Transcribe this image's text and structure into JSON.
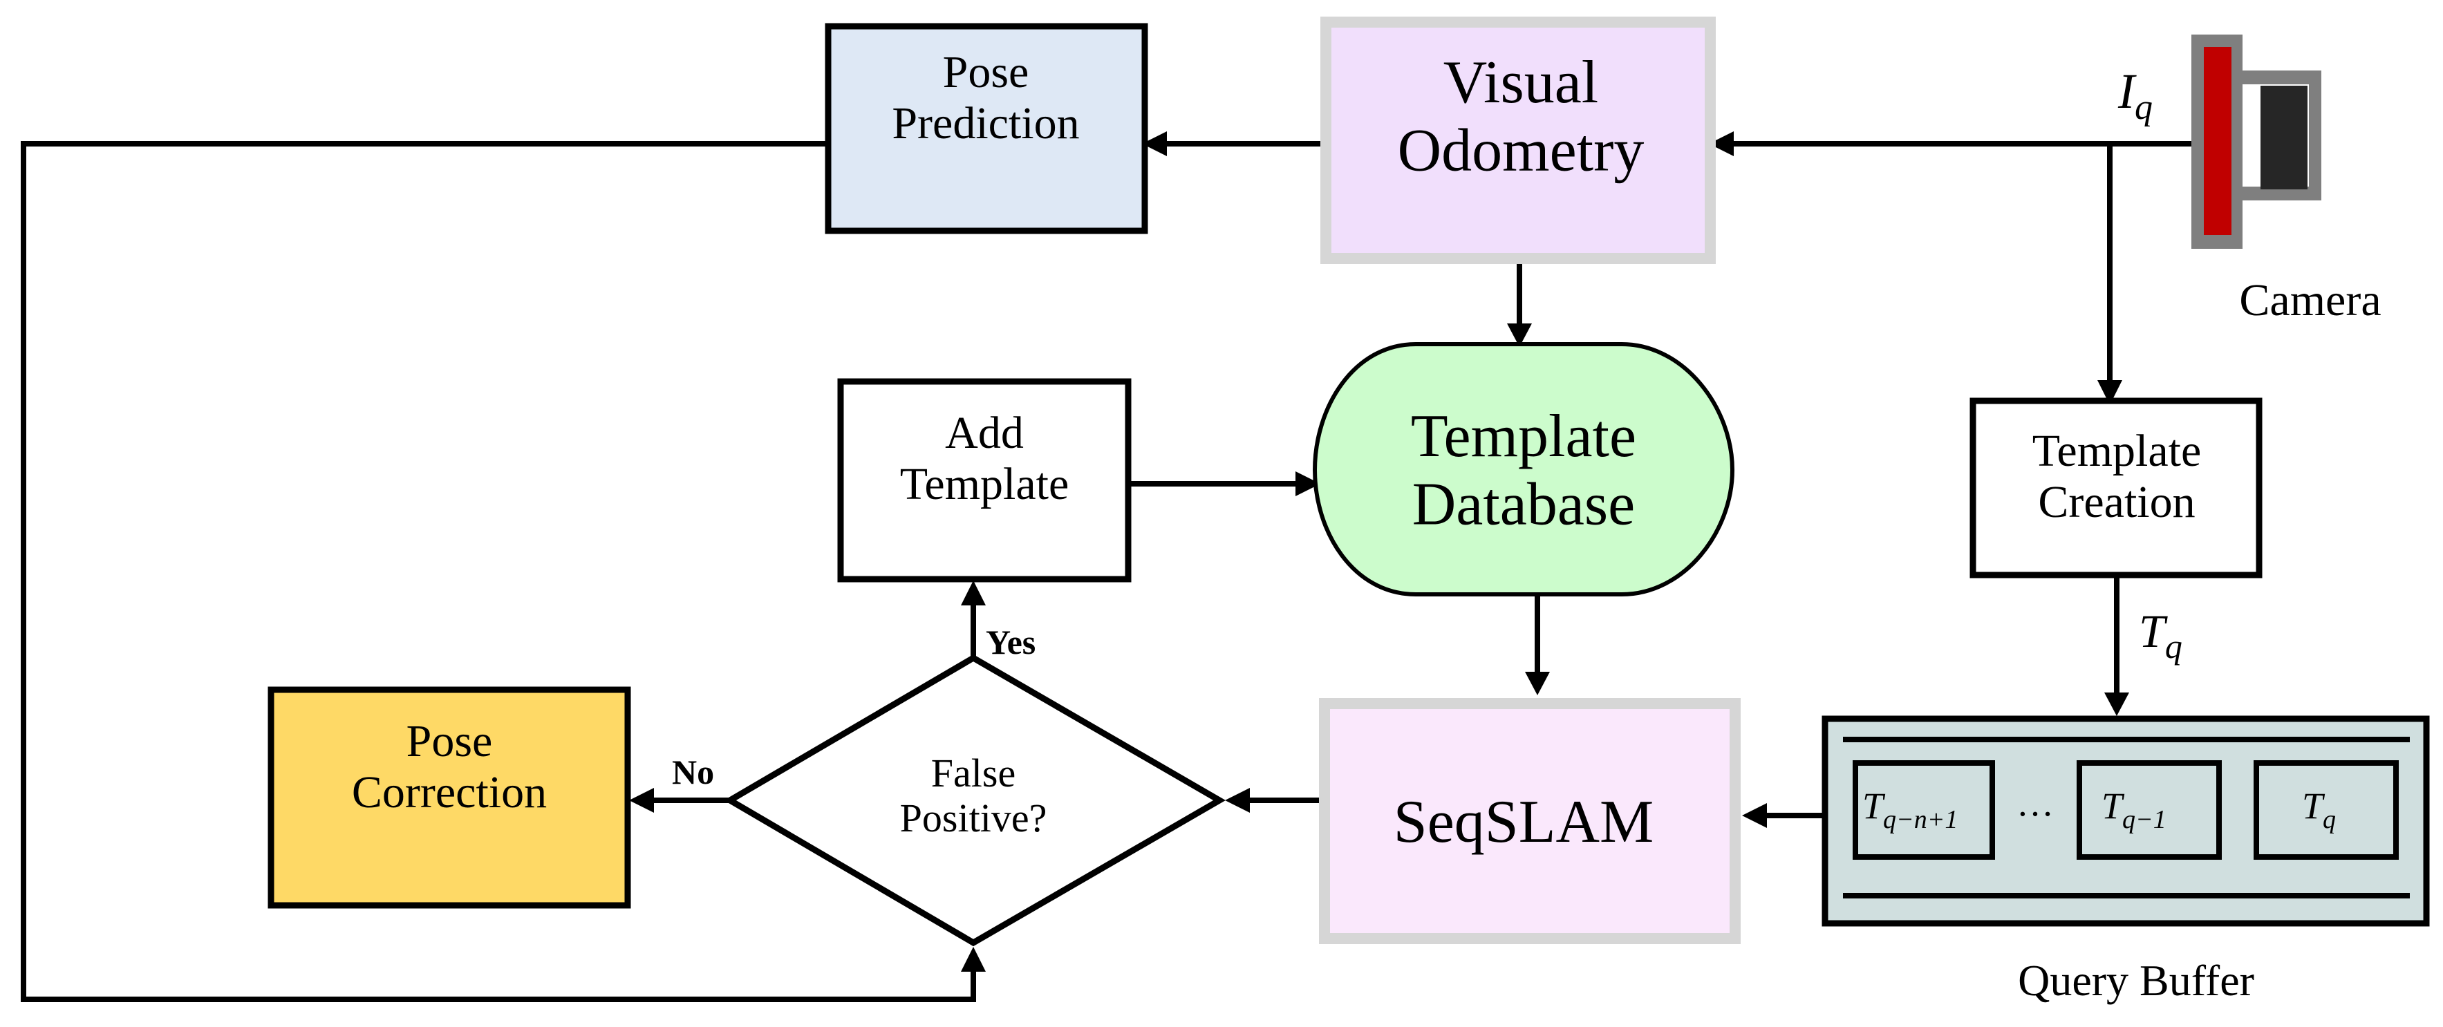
{
  "nodes": {
    "pose_prediction": "Pose\nPrediction",
    "visual_odometry": "Visual\nOdometry",
    "template_database": "Template\nDatabase",
    "add_template": "Add\nTemplate",
    "template_creation": "Template\nCreation",
    "false_positive": "False\nPositive?",
    "pose_correction": "Pose\nCorrection",
    "seqslam": "SeqSLAM"
  },
  "labels": {
    "camera": "Camera",
    "query_buffer": "Query Buffer",
    "yes": "Yes",
    "no": "No",
    "iq_base": "I",
    "iq_sub": "q",
    "tq_base": "T",
    "tq_sub": "q",
    "ellipsis": "…"
  },
  "buffer_slots": [
    {
      "base": "T",
      "sub": "q−n+1"
    },
    {
      "base": "T",
      "sub": "q−1"
    },
    {
      "base": "T",
      "sub": "q"
    }
  ],
  "icons": {
    "camera": "camera-icon"
  },
  "colors": {
    "pose_prediction_fill": "#dee8f5",
    "visual_odometry_fill": "#f1dffc",
    "gray_border": "#d6d6d6",
    "template_database_fill": "#ccfccc",
    "seqslam_fill": "#fae8fc",
    "pose_correction_fill": "#fed966",
    "query_buffer_fill": "#d0dfdf",
    "camera_red": "#c00000",
    "camera_gray": "#7f7f7f",
    "camera_dark": "#262626"
  }
}
